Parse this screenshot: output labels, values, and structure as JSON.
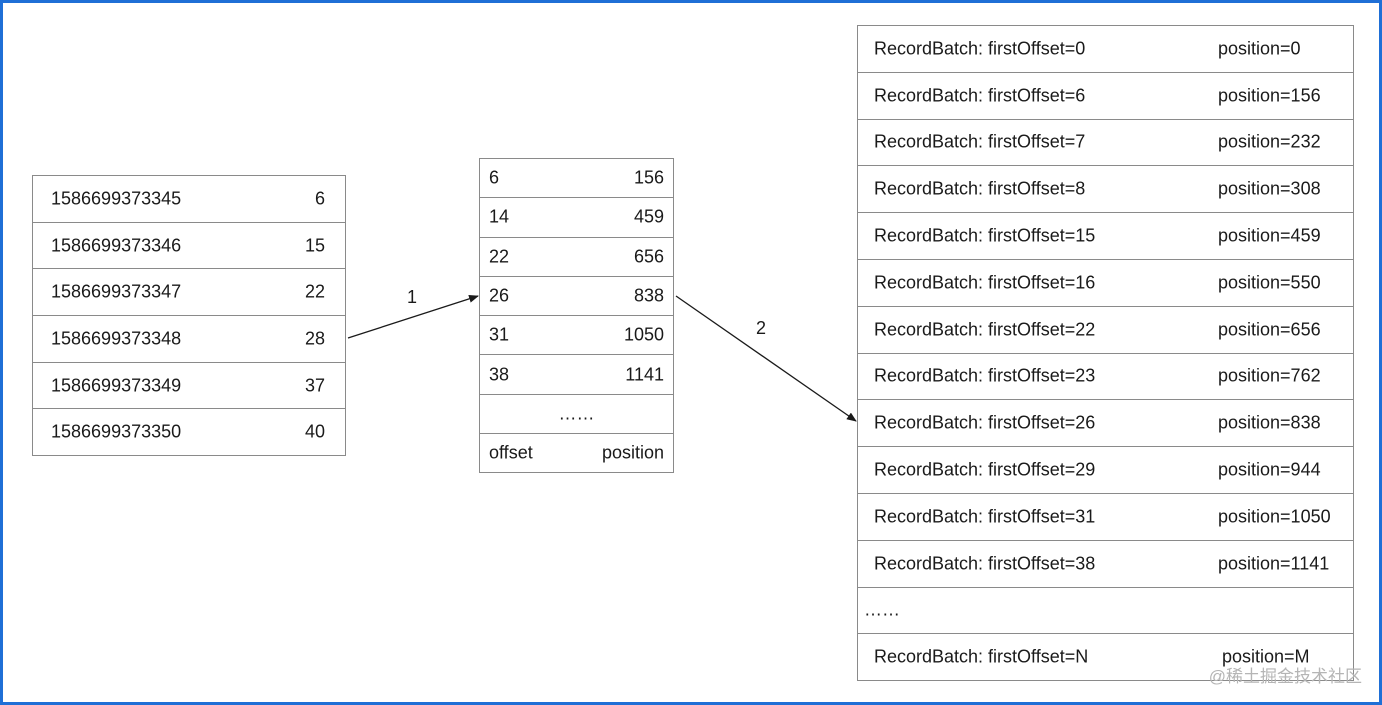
{
  "timestamp_index": {
    "rows": [
      {
        "timestamp": "1586699373345",
        "offset": "6"
      },
      {
        "timestamp": "1586699373346",
        "offset": "15"
      },
      {
        "timestamp": "1586699373347",
        "offset": "22"
      },
      {
        "timestamp": "1586699373348",
        "offset": "28"
      },
      {
        "timestamp": "1586699373349",
        "offset": "37"
      },
      {
        "timestamp": "1586699373350",
        "offset": "40"
      }
    ]
  },
  "offset_index": {
    "rows": [
      {
        "offset": "6",
        "position": "156"
      },
      {
        "offset": "14",
        "position": "459"
      },
      {
        "offset": "22",
        "position": "656"
      },
      {
        "offset": "26",
        "position": "838"
      },
      {
        "offset": "31",
        "position": "1050"
      },
      {
        "offset": "38",
        "position": "1141"
      }
    ],
    "ellipsis": "……",
    "footer": {
      "offset": "offset",
      "position": "position"
    }
  },
  "log_segment": {
    "rows": [
      {
        "batch": "RecordBatch: firstOffset=0",
        "position": "position=0"
      },
      {
        "batch": "RecordBatch: firstOffset=6",
        "position": "position=156"
      },
      {
        "batch": "RecordBatch: firstOffset=7",
        "position": "position=232"
      },
      {
        "batch": "RecordBatch: firstOffset=8",
        "position": "position=308"
      },
      {
        "batch": "RecordBatch: firstOffset=15",
        "position": "position=459"
      },
      {
        "batch": "RecordBatch: firstOffset=16",
        "position": "position=550"
      },
      {
        "batch": "RecordBatch: firstOffset=22",
        "position": "position=656"
      },
      {
        "batch": "RecordBatch: firstOffset=23",
        "position": "position=762"
      },
      {
        "batch": "RecordBatch: firstOffset=26",
        "position": "position=838"
      },
      {
        "batch": "RecordBatch: firstOffset=29",
        "position": "position=944"
      },
      {
        "batch": "RecordBatch: firstOffset=31",
        "position": "position=1050"
      },
      {
        "batch": "RecordBatch: firstOffset=38",
        "position": "position=1141"
      }
    ],
    "ellipsis": "……",
    "last": {
      "batch": "RecordBatch: firstOffset=N",
      "position": "position=M"
    }
  },
  "arrows": {
    "step1_label": "1",
    "step2_label": "2"
  },
  "watermark": "@稀土掘金技术社区",
  "colors": {
    "frame_border": "#1f6fd6",
    "table_border": "#8a8a8a",
    "text": "#1a1a1a",
    "watermark": "#b5b5b5"
  }
}
